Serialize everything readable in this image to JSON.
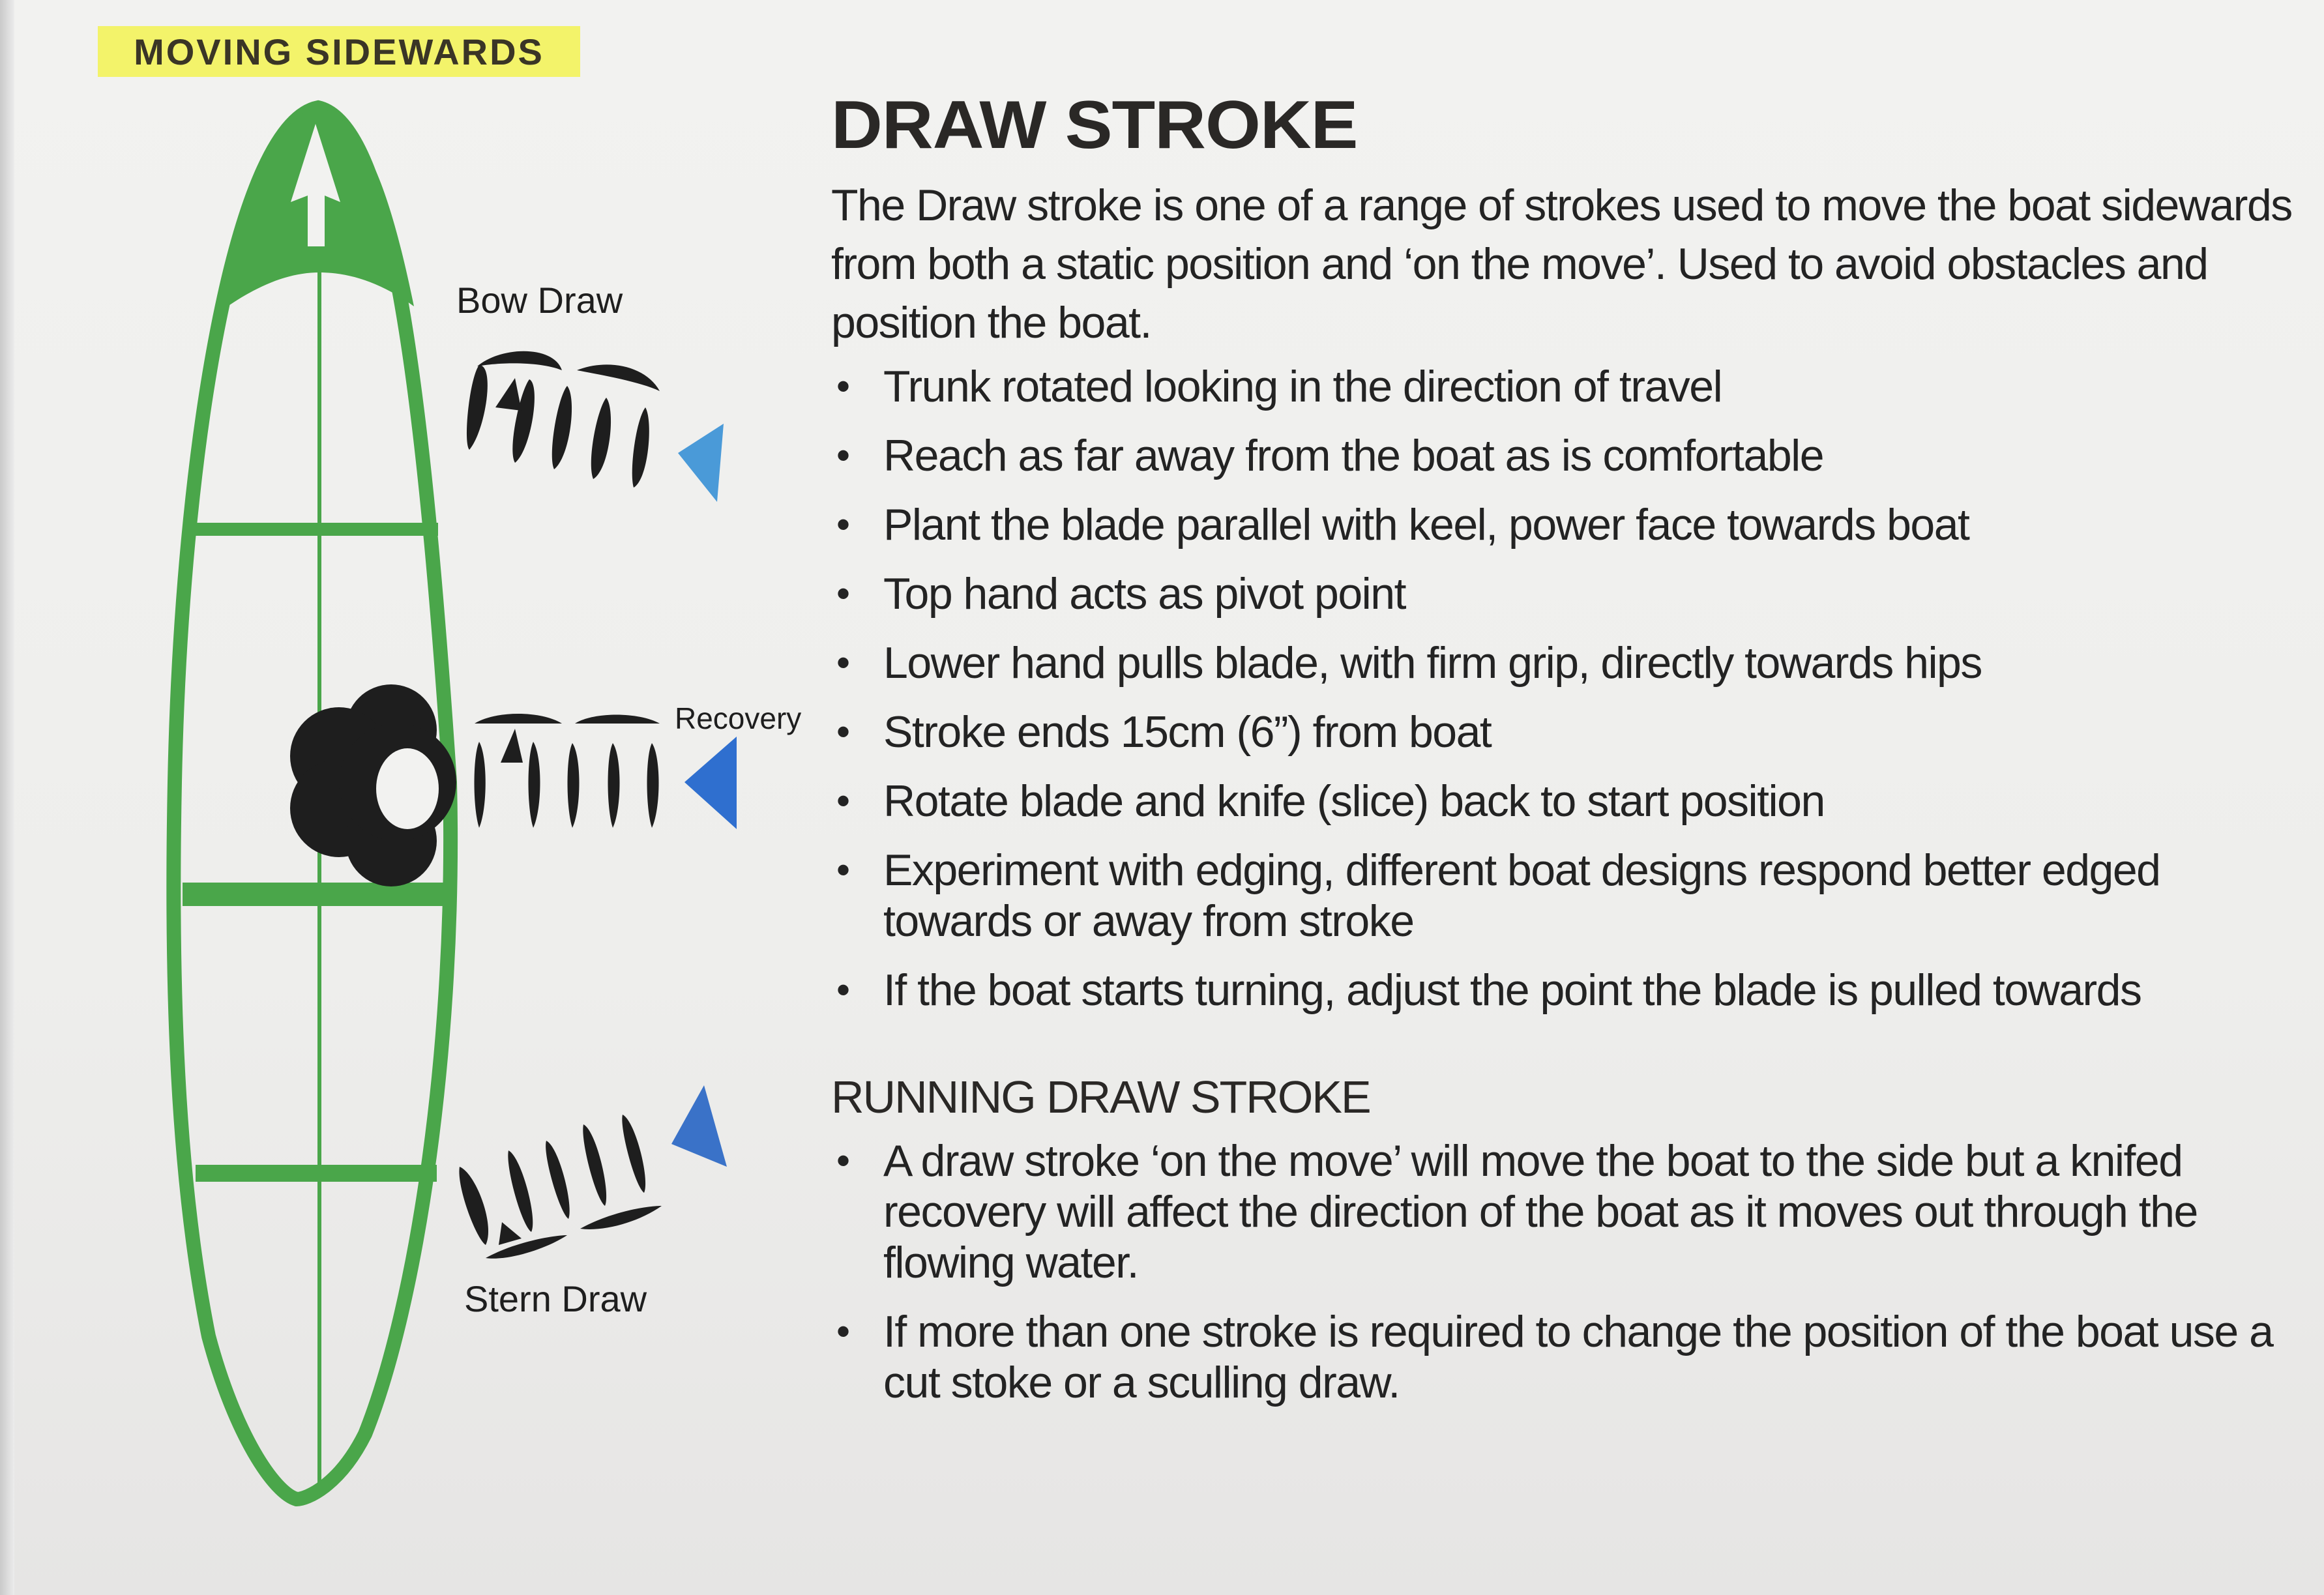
{
  "tag": {
    "label": "MOVING SIDEWARDS",
    "color": "#f3f36a"
  },
  "diagram": {
    "bow_label": "Bow Draw",
    "recovery_label": "Recovery",
    "stern_label": "Stern Draw",
    "colors": {
      "hull": "#4aa64a",
      "paddle": "#1e1e1e",
      "arrow_bow": "#4a9ad8",
      "arrow_mid": "#2f6fcf",
      "arrow_stern": "#3a72c8"
    }
  },
  "main": {
    "title": "DRAW STROKE",
    "intro": "The Draw stroke is one of a range of strokes used to move the boat sidewards from both a static position and ‘on the move’. Used to avoid obstacles and position the boat.",
    "bullets": [
      "Trunk rotated looking in the direction of travel",
      "Reach as far away from the boat as is comfortable",
      "Plant the blade parallel with keel, power face towards boat",
      "Top hand acts as pivot point",
      "Lower hand pulls blade, with firm grip, directly towards hips",
      "Stroke ends 15cm (6”) from boat",
      "Rotate blade and knife (slice) back to start position",
      "Experiment with edging, different boat designs respond better edged towards or away from stroke",
      "If the boat starts turning, adjust the point the blade is pulled towards"
    ]
  },
  "running": {
    "title": "RUNNING DRAW STROKE",
    "bullets": [
      "A draw stroke ‘on the move’ will move the boat to the side but a knifed recovery will affect the direction of the boat as it moves out through the flowing water.",
      "If more than one stroke is required to change the position of the boat use a cut stoke or a sculling draw."
    ]
  },
  "bullet_glyph": "•"
}
